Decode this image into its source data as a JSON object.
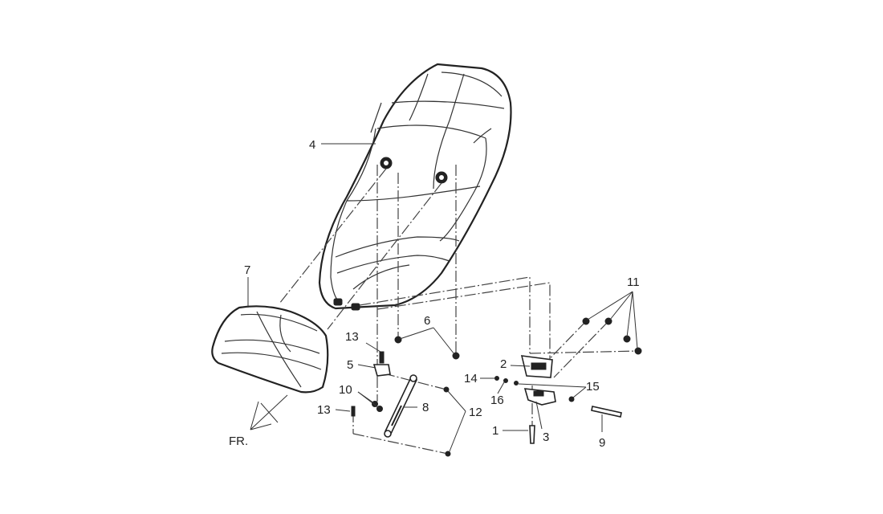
{
  "callouts": {
    "c1": "1",
    "c2": "2",
    "c3": "3",
    "c4": "4",
    "c5": "5",
    "c6": "6",
    "c7": "7",
    "c8": "8",
    "c9": "9",
    "c10": "10",
    "c11": "11",
    "c12": "12",
    "c13a": "13",
    "c13b": "13",
    "c14": "14",
    "c15": "15",
    "c16": "16"
  },
  "direction_label": "FR."
}
